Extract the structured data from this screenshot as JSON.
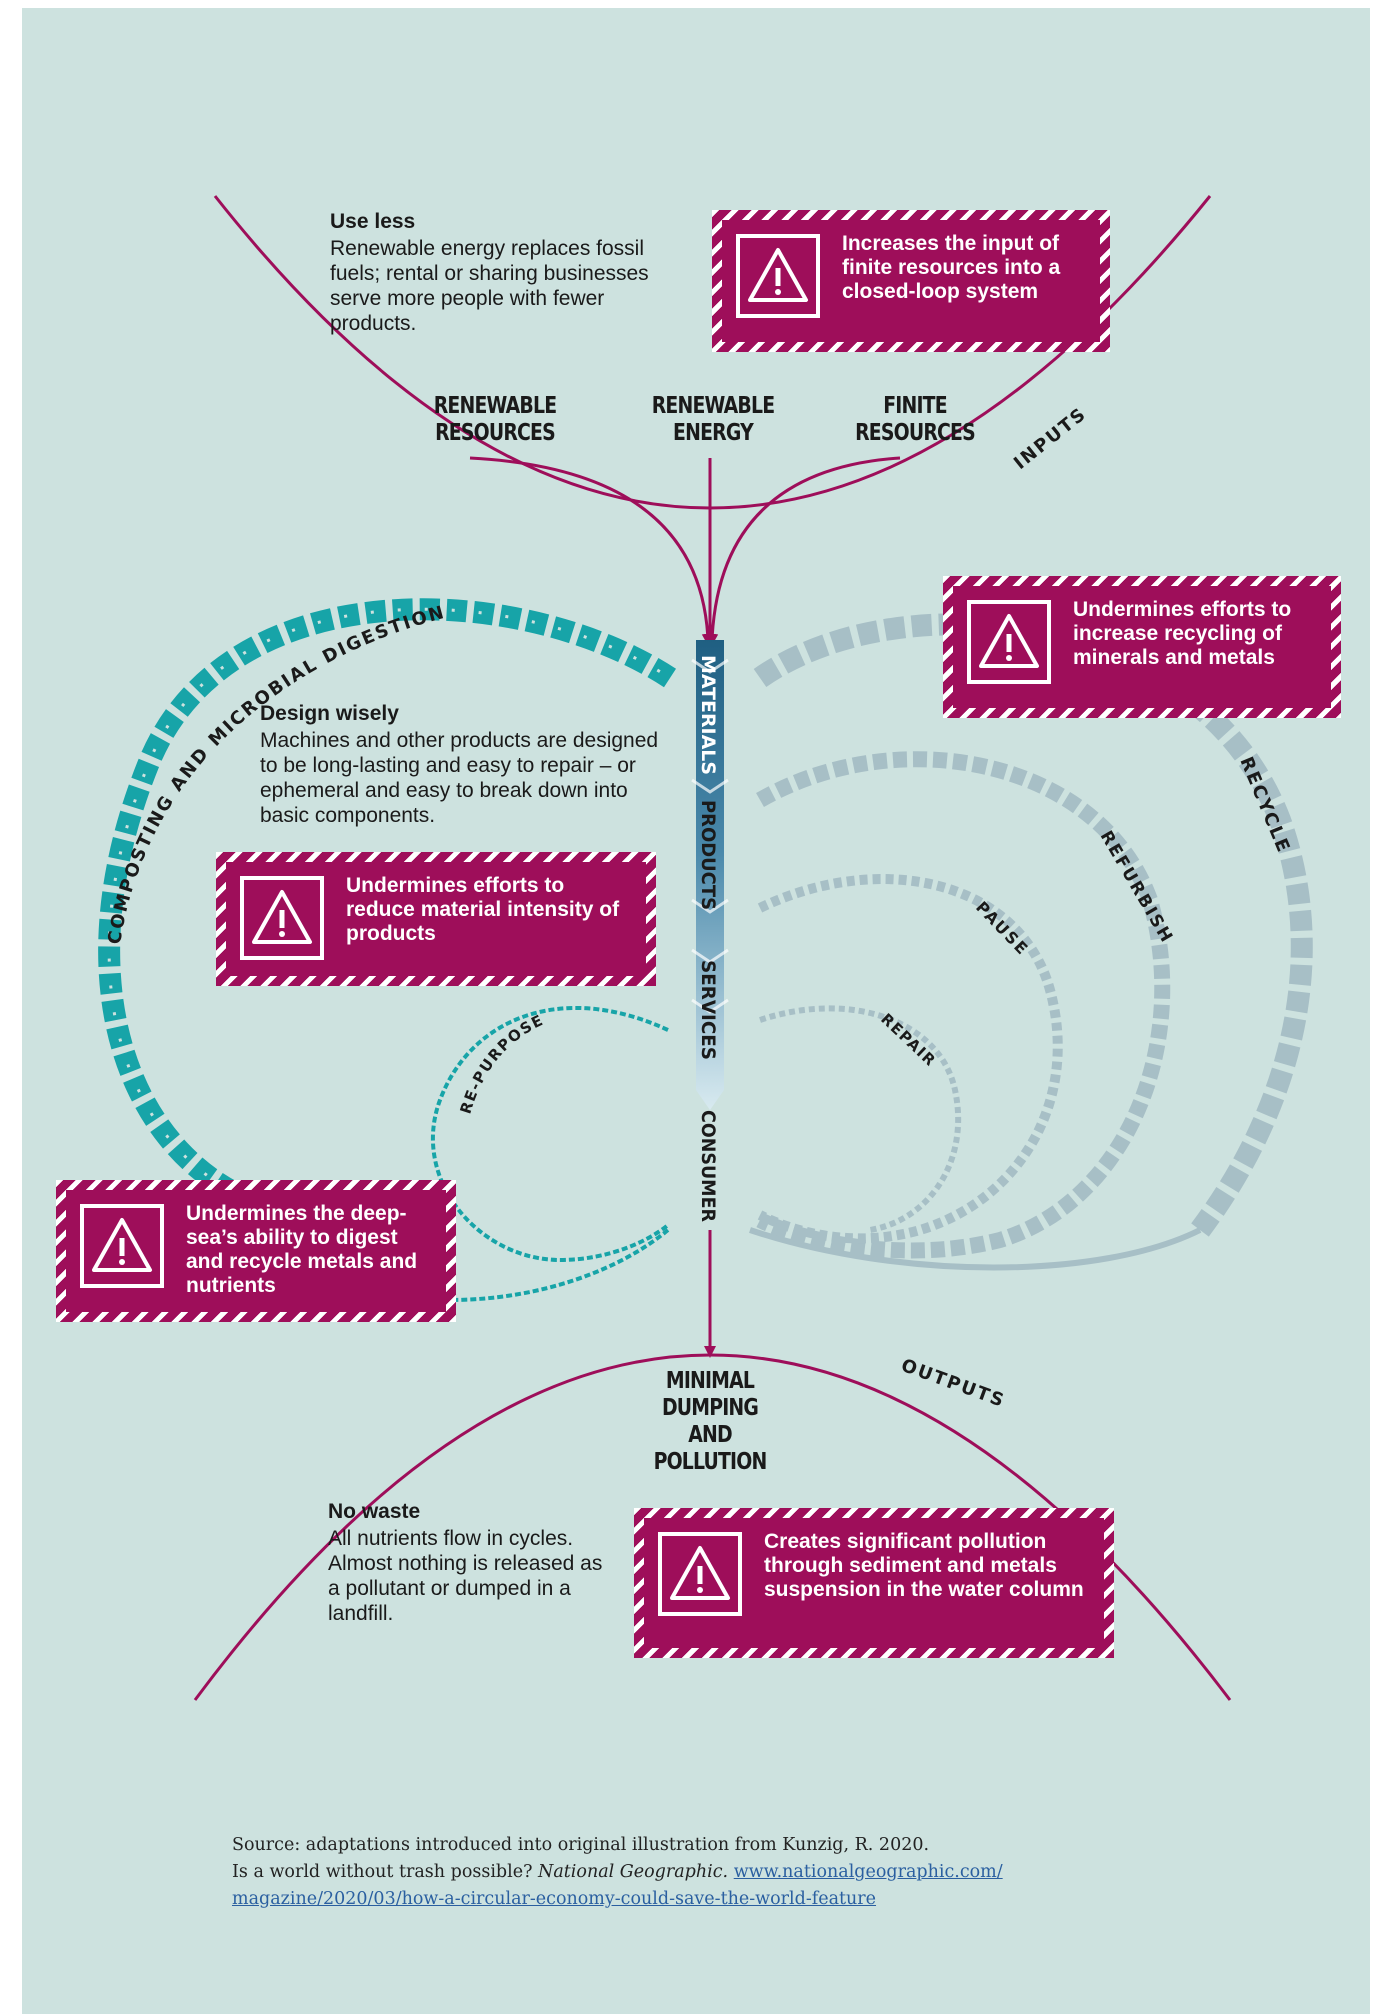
{
  "use_less": {
    "title": "Use less",
    "text": "Renewable energy replaces fossil fuels; rental or sharing businesses serve more people with fewer products."
  },
  "design_wisely": {
    "title": "Design wisely",
    "text": "Machines and other products are designed to be long-lasting and easy to repair – or ephemeral and easy to break down into basic components."
  },
  "no_waste": {
    "title": "No waste",
    "text": "All nutrients flow in cycles. Almost nothing is released as a pollutant or dumped in a landfill."
  },
  "inputs": {
    "renewable_resources": "RENEWABLE RESOURCES",
    "renewable_energy": "RENEWABLE ENERGY",
    "finite_resources": "FINITE RESOURCES"
  },
  "labels": {
    "inputs": "INPUTS",
    "outputs": "OUTPUTS",
    "composting": "COMPOSTING AND MICROBIAL DIGESTION",
    "recycle": "RECYCLE",
    "refurbish": "REFURBISH",
    "pause": "PAUSE",
    "repair": "REPAIR",
    "repurpose": "RE-PURPOSE",
    "materials": "MATERIALS",
    "products": "PRODUCTS",
    "services": "SERVICES",
    "consumer": "CONSUMER"
  },
  "output_label": "MINIMAL DUMPING AND POLLUTION",
  "warnings": {
    "finite": "Increases the input of finite resources into a closed-loop system",
    "recycling": "Undermines efforts to increase recycling of minerals and metals",
    "material_intensity": "Undermines efforts to reduce material intensity of products",
    "deep_sea": "Undermines the deep-sea’s ability to digest and recycle metals and nutrients",
    "pollution": "Creates significant pollution through sediment and metals suspension in the water column"
  },
  "source": {
    "line1": "Source: adaptations introduced into original illustration from Kunzig, R. 2020.",
    "line2_prefix": "Is a world without trash possible? ",
    "line2_italic": "National Geographic.",
    "link_part1": "www.nationalgeographic.com/",
    "link_part2": "magazine/2020/03/how-a-circular-economy-could-save-the-world-feature"
  },
  "colors": {
    "background": "#cde2df",
    "magenta": "#9e0e5a",
    "teal": "#17a4a8",
    "grey_blue": "#a7bfc6",
    "dark_blue": "#2f6d8c"
  }
}
